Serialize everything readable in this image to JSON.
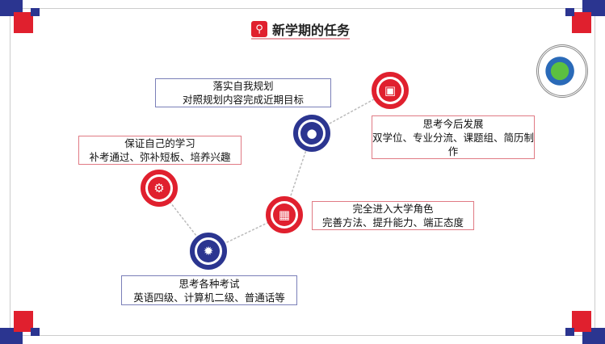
{
  "title": "新学期的任务",
  "colors": {
    "red": "#e0202e",
    "blue": "#2b3590"
  },
  "items": [
    {
      "icon": "apple-icon",
      "line1": "落实自我规划",
      "line2": "对照规划内容完成近期目标"
    },
    {
      "icon": "instagram-icon",
      "line1": "思考今后发展",
      "line2": "双学位、专业分流、课题组、简历制作"
    },
    {
      "icon": "gear-icon",
      "line1": "保证自己的学习",
      "line2": "补考通过、弥补短板、培养兴趣"
    },
    {
      "icon": "windows-icon",
      "line1": "完全进入大学角色",
      "line2": "完善方法、提升能力、端正态度"
    },
    {
      "icon": "aperture-icon",
      "line1": "思考各种考试",
      "line2": "英语四级、计算机二级、普通话等"
    }
  ]
}
